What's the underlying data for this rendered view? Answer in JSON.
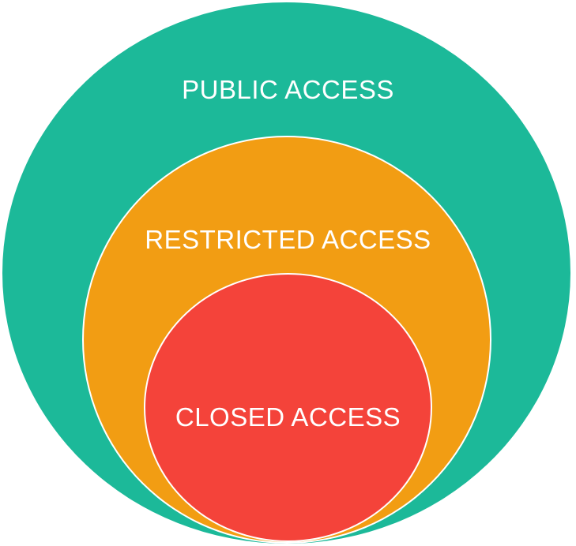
{
  "diagram": {
    "type": "nested-circles",
    "description": "Three concentric access-level circles, tangent near the bottom",
    "stroke_color": "#ffffff",
    "label_color": "#ffffff",
    "rings": [
      {
        "id": "public",
        "label": "PUBLIC ACCESS",
        "color": "#1cb999"
      },
      {
        "id": "restricted",
        "label": "RESTRICTED ACCESS",
        "color": "#f29d13"
      },
      {
        "id": "closed",
        "label": "CLOSED ACCESS",
        "color": "#f4433a"
      }
    ]
  }
}
